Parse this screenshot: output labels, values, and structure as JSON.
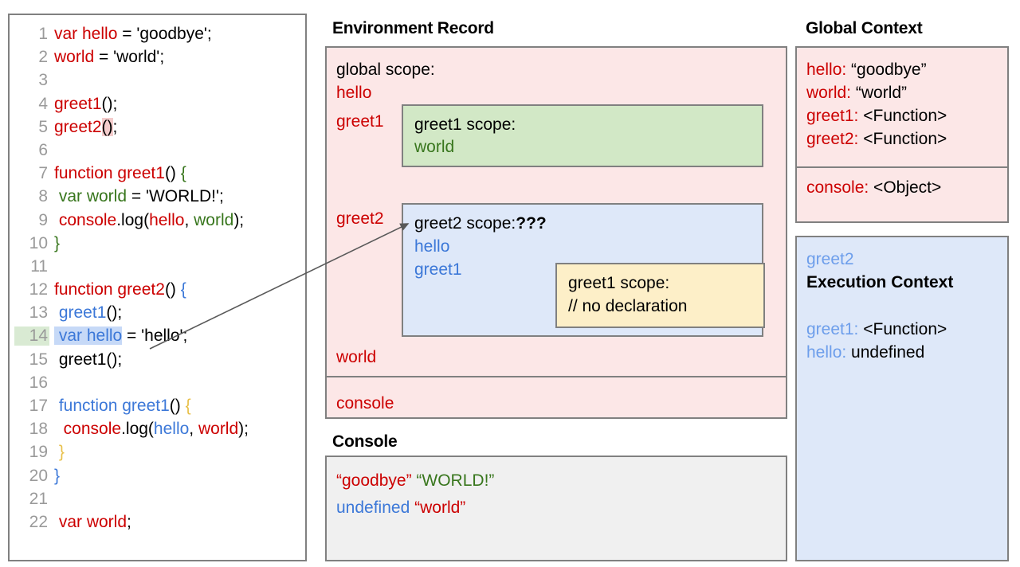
{
  "code_panel": {
    "lines": [
      {
        "n": "1",
        "parts": [
          {
            "t": "var hello",
            "c": "red"
          },
          {
            "t": " = 'goodbye';",
            "c": "black"
          }
        ]
      },
      {
        "n": "2",
        "parts": [
          {
            "t": "world",
            "c": "red"
          },
          {
            "t": " = 'world';",
            "c": "black"
          }
        ]
      },
      {
        "n": "3",
        "parts": []
      },
      {
        "n": "4",
        "parts": [
          {
            "t": "greet1",
            "c": "red"
          },
          {
            "t": "();",
            "c": "black"
          }
        ]
      },
      {
        "n": "5",
        "parts": [
          {
            "t": "greet2",
            "c": "red"
          },
          {
            "t": "()",
            "c": "black",
            "bg": "paren"
          },
          {
            "t": ";",
            "c": "black"
          }
        ]
      },
      {
        "n": "6",
        "parts": []
      },
      {
        "n": "7",
        "parts": [
          {
            "t": "function greet1",
            "c": "red"
          },
          {
            "t": "() ",
            "c": "black"
          },
          {
            "t": "{",
            "c": "green"
          }
        ]
      },
      {
        "n": "8",
        "parts": [
          {
            "t": " var world",
            "c": "green"
          },
          {
            "t": " = 'WORLD!';",
            "c": "black"
          }
        ]
      },
      {
        "n": "9",
        "parts": [
          {
            "t": " console",
            "c": "red"
          },
          {
            "t": ".log(",
            "c": "black"
          },
          {
            "t": "hello",
            "c": "red"
          },
          {
            "t": ", ",
            "c": "black"
          },
          {
            "t": "world",
            "c": "green"
          },
          {
            "t": ");",
            "c": "black"
          }
        ]
      },
      {
        "n": "10",
        "parts": [
          {
            "t": "}",
            "c": "green"
          }
        ]
      },
      {
        "n": "11",
        "parts": []
      },
      {
        "n": "12",
        "parts": [
          {
            "t": "function greet2",
            "c": "red"
          },
          {
            "t": "() ",
            "c": "black"
          },
          {
            "t": "{",
            "c": "blue"
          }
        ]
      },
      {
        "n": "13",
        "parts": [
          {
            "t": " greet1",
            "c": "blue"
          },
          {
            "t": "();",
            "c": "black"
          }
        ]
      },
      {
        "n": "14",
        "parts": [
          {
            "t": " var hello",
            "c": "blue",
            "bg": "sel"
          },
          {
            "t": " = 'hello';",
            "c": "black"
          }
        ],
        "hl": true
      },
      {
        "n": "15",
        "parts": [
          {
            "t": " greet1();",
            "c": "black"
          }
        ]
      },
      {
        "n": "16",
        "parts": []
      },
      {
        "n": "17",
        "parts": [
          {
            "t": " function greet1",
            "c": "blue"
          },
          {
            "t": "() ",
            "c": "black"
          },
          {
            "t": "{",
            "c": "amber"
          }
        ]
      },
      {
        "n": "18",
        "parts": [
          {
            "t": "  console",
            "c": "red"
          },
          {
            "t": ".log(",
            "c": "black"
          },
          {
            "t": "hello",
            "c": "blue"
          },
          {
            "t": ", ",
            "c": "black"
          },
          {
            "t": "world",
            "c": "red"
          },
          {
            "t": ");",
            "c": "black"
          }
        ]
      },
      {
        "n": "19",
        "parts": [
          {
            "t": " }",
            "c": "amber"
          }
        ]
      },
      {
        "n": "20",
        "parts": [
          {
            "t": "}",
            "c": "blue"
          }
        ]
      },
      {
        "n": "21",
        "parts": []
      },
      {
        "n": "22",
        "parts": [
          {
            "t": " var world",
            "c": "red"
          },
          {
            "t": ";",
            "c": "black"
          }
        ]
      }
    ]
  },
  "environment_record": {
    "title": "Environment Record",
    "global_scope_title": "global scope:",
    "bindings": [
      "hello",
      "greet1",
      "greet2",
      "world"
    ],
    "console_binding": "console",
    "greet1_scope": {
      "title": "greet1 scope:",
      "bindings": [
        "world"
      ]
    },
    "greet2_scope": {
      "title": "greet2 scope:",
      "marker": "???",
      "bindings": [
        "hello",
        "greet1"
      ],
      "inner_greet1_scope": {
        "title": "greet1 scope:",
        "comment": "// no declaration"
      }
    }
  },
  "console": {
    "title": "Console",
    "lines": [
      [
        {
          "t": "“goodbye”",
          "c": "#cc0000"
        },
        {
          "t": " ",
          "c": "#000000"
        },
        {
          "t": "“WORLD!”",
          "c": "#38761d"
        }
      ],
      [
        {
          "t": "undefined",
          "c": "#3c78d8"
        },
        {
          "t": " ",
          "c": "#000000"
        },
        {
          "t": "“world”",
          "c": "#cc0000"
        }
      ]
    ]
  },
  "global_context": {
    "title": "Global Context",
    "entries": [
      {
        "key": "hello",
        "value": "“goodbye”"
      },
      {
        "key": "world",
        "value": "“world”"
      },
      {
        "key": "greet1",
        "value": "<Function>"
      },
      {
        "key": "greet2",
        "value": "<Function>"
      }
    ],
    "object_entries": [
      {
        "key": "console",
        "value": "<Object>"
      }
    ]
  },
  "execution_context": {
    "name": "greet2",
    "heading": "Execution Context",
    "entries": [
      {
        "key": "greet1",
        "value": "<Function>"
      },
      {
        "key": "hello",
        "value": "undefined"
      }
    ]
  },
  "colors": {
    "red": "#cc0000",
    "green": "#38761d",
    "blue": "#3c78d8",
    "amber": "#e8c04a",
    "pink_bg": "#fce7e7",
    "green_bg": "#d2e8c6",
    "blue_bg": "#dee8f9",
    "yellow_bg": "#fdefc8",
    "console_bg": "#f0f0f0",
    "border": "#808080",
    "line_number": "#9a9a9a",
    "selection": "#c6d9f7",
    "line_highlight": "#d9ead3"
  }
}
